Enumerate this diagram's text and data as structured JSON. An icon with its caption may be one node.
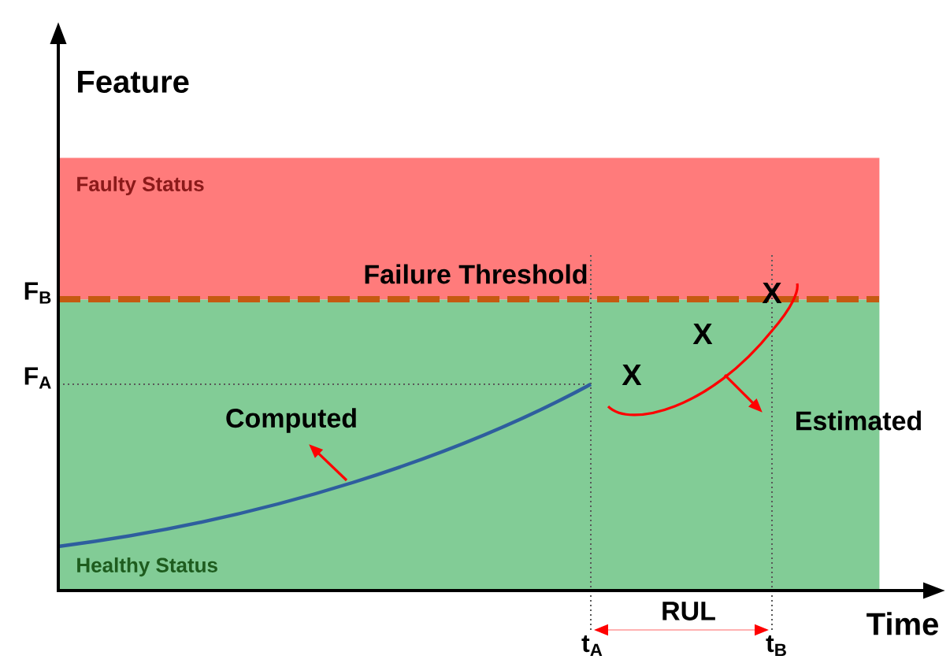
{
  "diagram": {
    "nodes": [
      {
        "text": [
          "Faulty Status"
        ]
      },
      {
        "text": [
          "Healthy Status"
        ]
      }
    ],
    "labels": [
      "Feature",
      "F$_{B}$",
      "Failure Threshold",
      "F$_{A}$",
      "X",
      "X",
      "X",
      "Computed",
      "Estimated",
      "Time",
      "RUL",
      "t$_{A}$",
      "t$_{B}$"
    ]
  }
}
